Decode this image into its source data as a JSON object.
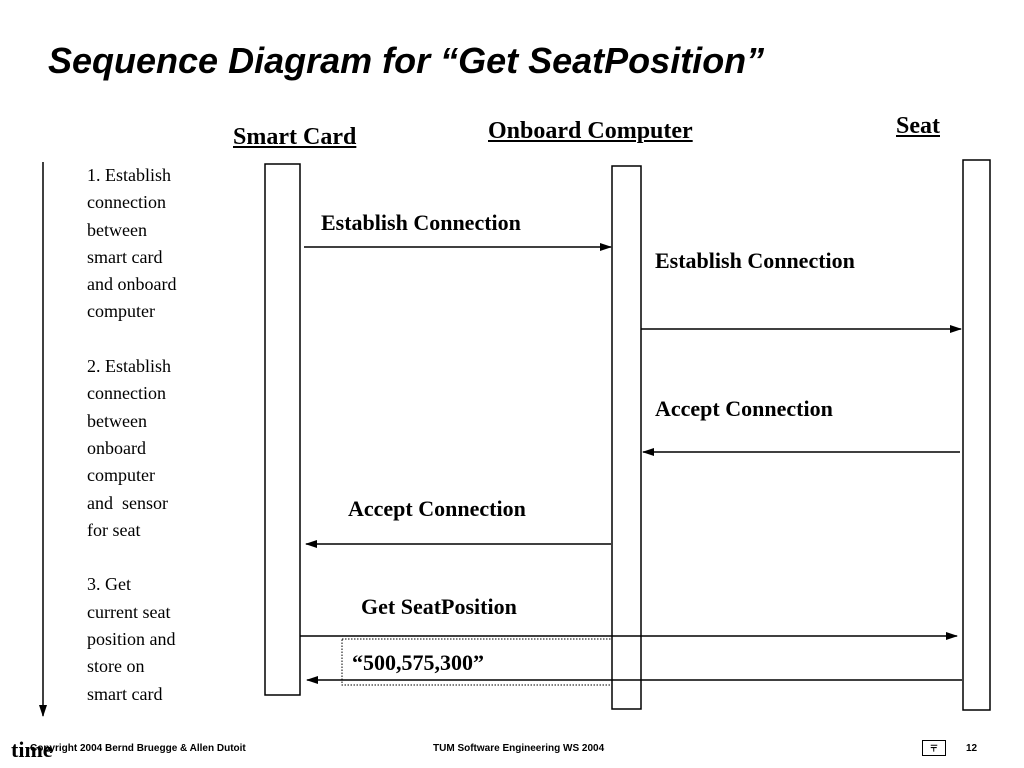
{
  "title": "Sequence Diagram for “Get SeatPosition”",
  "objects": {
    "smart_card": "Smart Card",
    "onboard_computer": "Onboard Computer",
    "seat": "Seat"
  },
  "notes": "1. Establish\nconnection\nbetween\nsmart card\nand onboard\ncomputer\n\n2. Establish\nconnection\nbetween\nonboard\ncomputer\nand  sensor\nfor seat\n\n3. Get\ncurrent seat\nposition and\nstore on\nsmart card",
  "messages": {
    "m1": "Establish  Connection",
    "m2": "Establish  Connection",
    "m3": "Accept Connection",
    "m4": "Accept Connection",
    "m5": "Get SeatPosition",
    "m6": "“500,575,300”"
  },
  "time_label": "time",
  "footer": {
    "copyright": "Copyright  2004  Bernd Bruegge & Allen Dutoit",
    "course": "TUM Software  Engineering WS 2004",
    "page": "12"
  }
}
